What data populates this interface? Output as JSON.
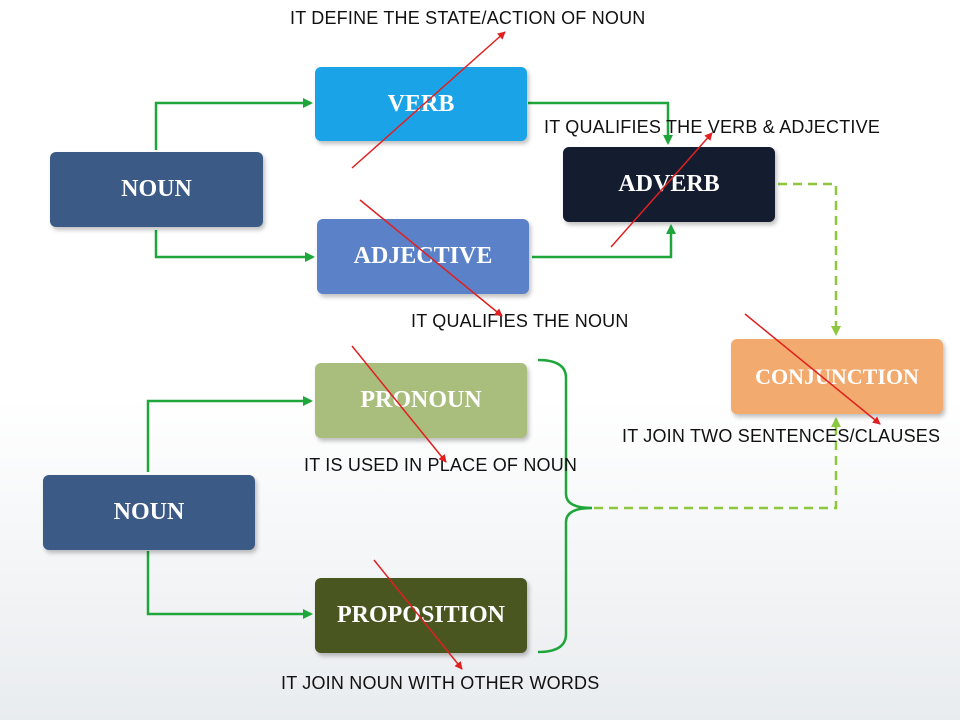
{
  "nodes": {
    "noun_top": {
      "label": "NOUN",
      "color": "#3c5a86"
    },
    "verb": {
      "label": "VERB",
      "color": "#1ba3e8"
    },
    "adjective": {
      "label": "ADJECTIVE",
      "color": "#5b82c8"
    },
    "adverb": {
      "label": "ADVERB",
      "color": "#141c30"
    },
    "conjunction": {
      "label": "CONJUNCTION",
      "color": "#f2aa6e"
    },
    "pronoun": {
      "label": "PRONOUN",
      "color": "#a9bd7d"
    },
    "noun_bottom": {
      "label": "NOUN",
      "color": "#3c5a86"
    },
    "proposition": {
      "label": "PROPOSITION",
      "color": "#4a5620"
    }
  },
  "captions": {
    "verb": "IT DEFINE THE STATE/ACTION OF NOUN",
    "adverb": "IT QUALIFIES THE VERB & ADJECTIVE",
    "adjective": "IT QUALIFIES THE NOUN",
    "conjunction": "IT JOIN TWO SENTENCES/CLAUSES",
    "pronoun": "IT IS USED IN PLACE OF NOUN",
    "proposition": "IT JOIN NOUN WITH OTHER WORDS"
  },
  "colors": {
    "arrow": "#1ea63a",
    "dashed_arrow": "#8dc63f",
    "strike": "#e02020"
  }
}
